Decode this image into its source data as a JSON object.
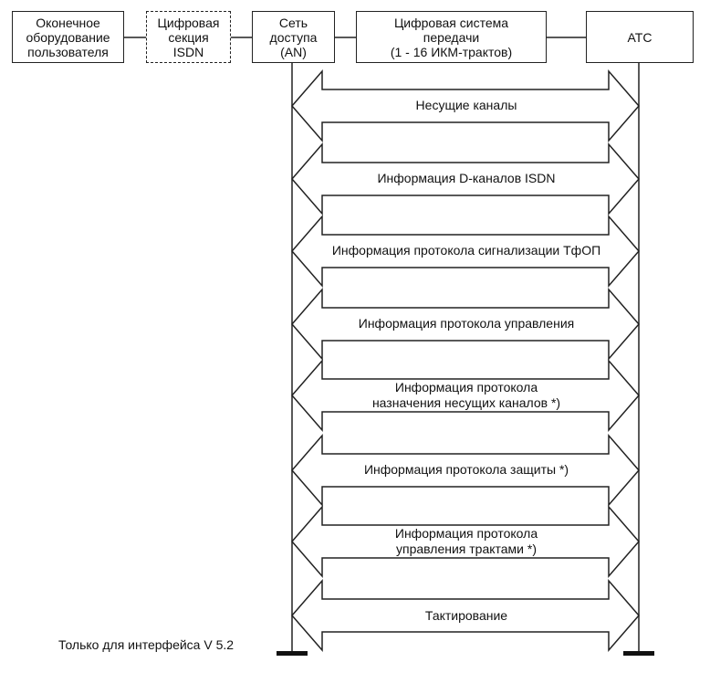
{
  "boxes": {
    "terminal": "Оконечное\nоборудование\nпользователя",
    "isdn": "Цифровая\nсекция\nISDN",
    "an": "Сеть\nдоступа\n(AN)",
    "transmission": "Цифровая система\nпередачи\n(1 - 16 ИКМ-трактов)",
    "exchange": "АТС"
  },
  "flows": [
    "Несущие каналы",
    "Информация D-каналов ISDN",
    "Информация протокола сигнализации ТфОП",
    "Информация протокола  управления",
    "Информация протокола\nназначения несущих каналов *)",
    "Информация протокола защиты *)",
    "Информация протокола\nуправления трактами *)",
    "Тактирование"
  ],
  "footnote": "Только для интерфейса V 5.2"
}
